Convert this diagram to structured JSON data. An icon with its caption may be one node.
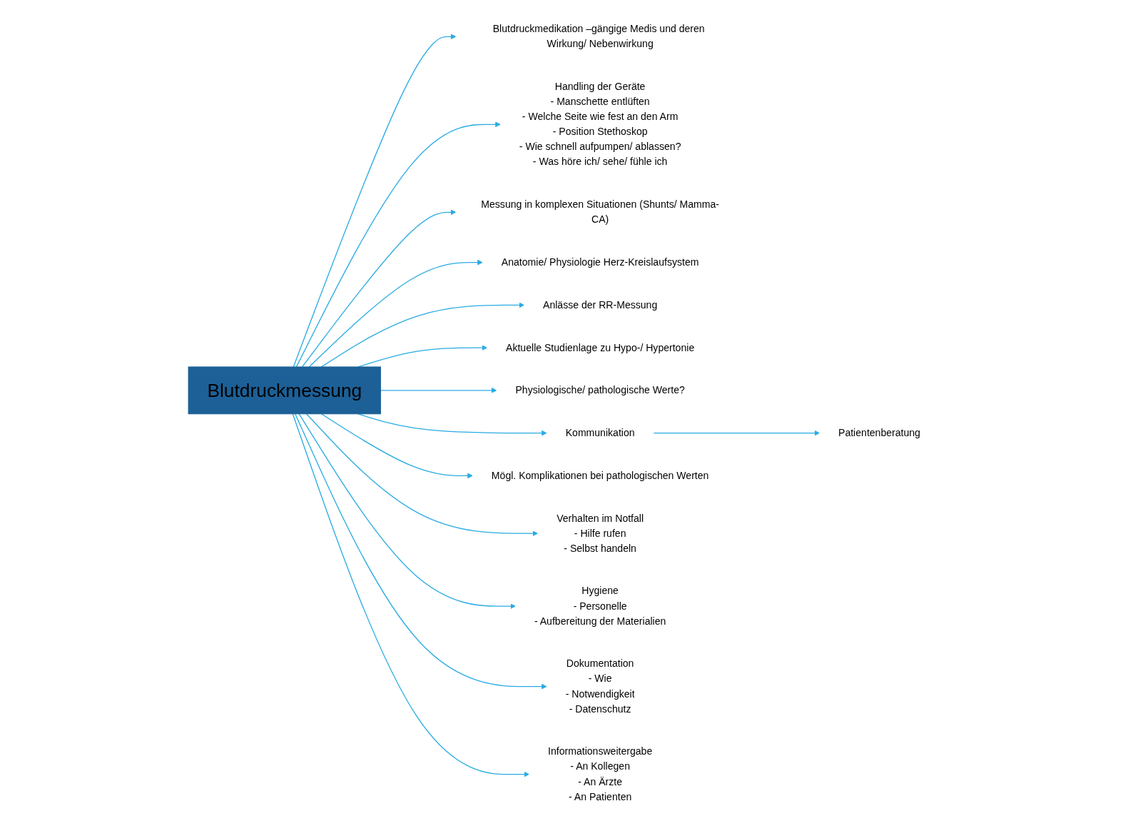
{
  "diagram": {
    "nodes": [
      {
        "text": [
          "Blutdruckmedikation –gängige Medis und deren Wirkung/ Nebenwirkung"
        ]
      },
      {
        "text": [
          "Handling der Geräte",
          "- Manschette entlüften",
          "- Welche Seite wie fest an den Arm",
          "- Position Stethoskop",
          "- Wie schnell aufpumpen/ ablassen?",
          "- Was höre ich/ sehe/ fühle ich"
        ]
      },
      {
        "text": [
          "Messung in komplexen Situationen (Shunts/ Mamma-CA)"
        ]
      },
      {
        "text": [
          "Anatomie/ Physiologie Herz-Kreislaufsystem"
        ]
      },
      {
        "text": [
          "Anlässe der RR-Messung"
        ]
      },
      {
        "text": [
          "Blutdruckmessung"
        ]
      },
      {
        "text": [
          "Aktuelle Studienlage zu Hypo-/ Hypertonie"
        ]
      },
      {
        "text": [
          "Physiologische/ pathologische Werte?"
        ]
      },
      {
        "text": [
          "Kommunikation"
        ]
      },
      {
        "text": [
          "Mögl. Komplikationen bei pathologischen Werten"
        ]
      },
      {
        "text": [
          "Verhalten im Notfall",
          "- Hilfe rufen",
          "- Selbst handeln"
        ]
      },
      {
        "text": [
          "Hygiene",
          "- Personelle",
          "- Aufbereitung der Materialien"
        ]
      },
      {
        "text": [
          "Dokumentation",
          "- Wie",
          "- Notwendigkeit",
          "- Datenschutz"
        ]
      },
      {
        "text": [
          "Informationsweitergabe",
          "- An Kollegen",
          "- An Ärzte",
          "- An Patienten"
        ]
      },
      {
        "text": [
          "Patientenberatung"
        ]
      }
    ],
    "edges": [
      {
        "from": 5,
        "to": 0,
        "arrow": "to"
      },
      {
        "from": 5,
        "to": 1,
        "arrow": "to"
      },
      {
        "from": 5,
        "to": 2,
        "arrow": "to"
      },
      {
        "from": 5,
        "to": 3,
        "arrow": "to"
      },
      {
        "from": 5,
        "to": 4,
        "arrow": "to"
      },
      {
        "from": 5,
        "to": 6,
        "arrow": "to"
      },
      {
        "from": 5,
        "to": 7,
        "arrow": "to"
      },
      {
        "from": 5,
        "to": 8,
        "arrow": "to"
      },
      {
        "from": 5,
        "to": 9,
        "arrow": "to"
      },
      {
        "from": 5,
        "to": 10,
        "arrow": "to"
      },
      {
        "from": 5,
        "to": 11,
        "arrow": "to"
      },
      {
        "from": 5,
        "to": 12,
        "arrow": "to"
      },
      {
        "from": 5,
        "to": 13,
        "arrow": "to"
      },
      {
        "from": 8,
        "to": 14,
        "arrow": "to"
      }
    ]
  }
}
